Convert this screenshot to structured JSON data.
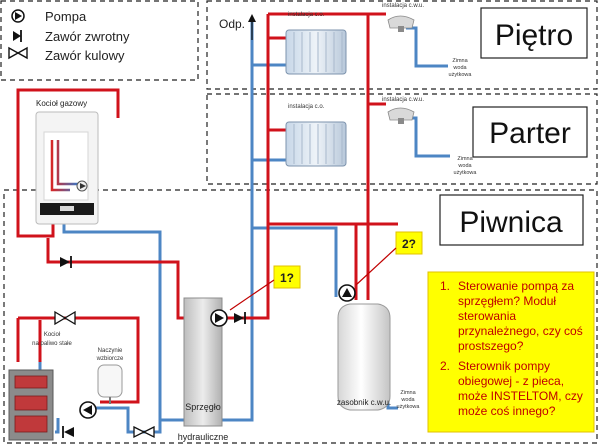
{
  "legend": {
    "pump": "Pompa",
    "check_valve": "Zawór zwrotny",
    "ball_valve": "Zawór kulowy"
  },
  "floors": {
    "upper": "Piętro",
    "ground": "Parter",
    "basement": "Piwnica"
  },
  "labels": {
    "vent": "Odp.",
    "heating_upper": "instalacja c.o.",
    "dhw_upper": "instalacja c.w.u.",
    "cold_upper": [
      "Zimna",
      "woda",
      "użytkowa"
    ],
    "heating_ground": "instalacja c.o.",
    "dhw_ground": "instalacja c.w.u.",
    "cold_ground": [
      "Zimna",
      "woda",
      "użytkowa"
    ],
    "gas_boiler": "Kocioł gazowy",
    "solid_boiler": [
      "Kocioł",
      "na paliwo stałe"
    ],
    "expansion_vessel": [
      "Naczynie",
      "wzbiorcze"
    ],
    "hydraulic_separator": [
      "Sprzęgło",
      "hydrauliczne"
    ],
    "dhw_tank": "zasobnik c.w.u.",
    "cold_tank": [
      "Zimna",
      "woda",
      "użytkowa"
    ]
  },
  "markers": {
    "q1": "1?",
    "q2": "2?"
  },
  "notes": {
    "n1_num": "1.",
    "n1": [
      "Sterowanie pompą za",
      "sprzęgłem? Moduł",
      "sterowania",
      "przynależnego, czy coś",
      "prostszego?"
    ],
    "n2_num": "2.",
    "n2": [
      "Sterownik pompy",
      "obiegowej - z pieca,",
      "może INSTELTOM, czy",
      "może coś innego?"
    ]
  },
  "colors": {
    "supply": "#d0121b",
    "return": "#4d86c4",
    "note_bg": "#ffff00",
    "note_text": "#c00000"
  }
}
